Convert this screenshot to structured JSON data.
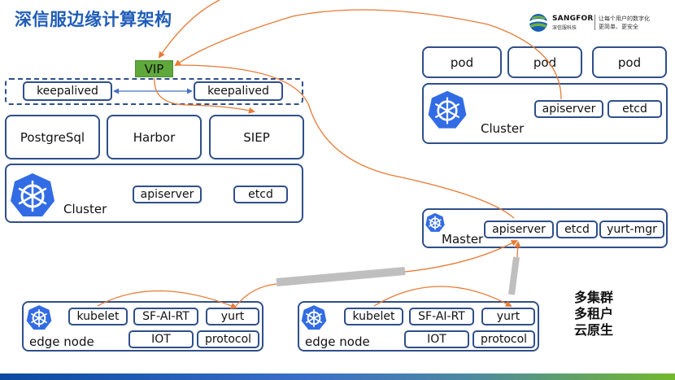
{
  "title": "深信服边缘计算架构",
  "logo": {
    "brand": "SANGFOR",
    "brand_cn": "深信服科技",
    "slogan_line1": "让每个用户的数字化",
    "slogan_line2": "更简单、更安全"
  },
  "left_cluster": {
    "vip_label": "VIP",
    "keepalived": [
      "keepalived",
      "keepalived"
    ],
    "services": [
      "PostgreSql",
      "Harbor",
      "SIEP"
    ],
    "cluster_label": "Cluster",
    "components": [
      "apiserver",
      "etcd"
    ]
  },
  "right_cluster": {
    "pods": [
      "pod",
      "pod",
      "pod"
    ],
    "cluster_label": "Cluster",
    "components": [
      "apiserver",
      "etcd"
    ]
  },
  "master": {
    "label": "Master",
    "components": [
      "apiserver",
      "etcd",
      "yurt-mgr"
    ]
  },
  "edge_nodes": [
    {
      "label": "edge node",
      "row1": [
        "kubelet",
        "SF-AI-RT",
        "yurt"
      ],
      "row2": [
        "IOT",
        "protocol"
      ]
    },
    {
      "label": "edge node",
      "row1": [
        "kubelet",
        "SF-AI-RT",
        "yurt"
      ],
      "row2": [
        "IOT",
        "protocol"
      ]
    }
  ],
  "features": [
    "多集群",
    "多租户",
    "云原生"
  ],
  "colors": {
    "title": "#1f5cb8",
    "border": "#2f4f8a",
    "vip": "#5fa83c",
    "arrow": "#e87b35",
    "sync_arrow": "#4472c4",
    "tunnel": "#bfbfbf",
    "k8s": "#326ce5"
  },
  "icons": {
    "kubernetes": "kubernetes-helm-icon",
    "logo": "sangfor-globe-icon"
  }
}
